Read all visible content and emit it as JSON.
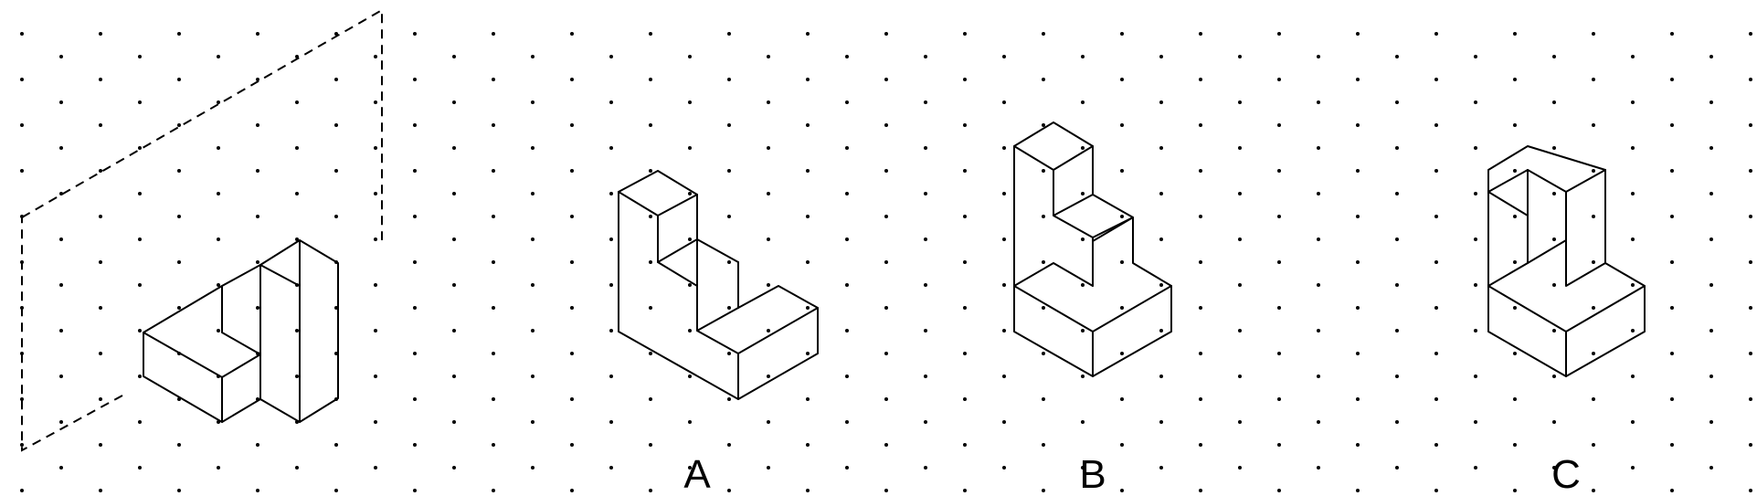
{
  "options": [
    {
      "label": "A"
    },
    {
      "label": "B"
    },
    {
      "label": "C"
    }
  ]
}
